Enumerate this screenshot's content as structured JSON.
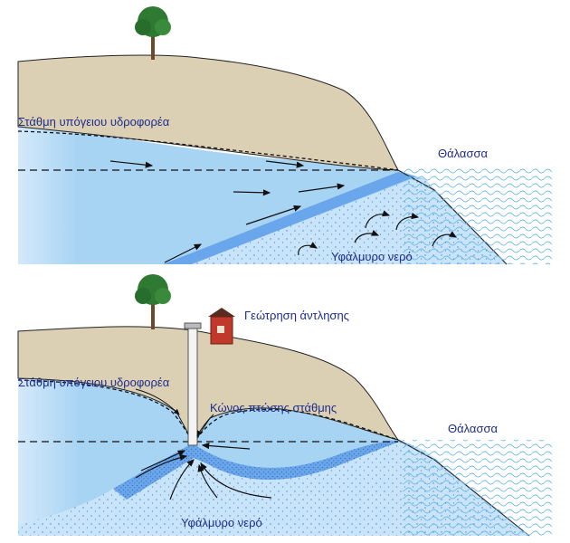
{
  "panels": [
    {
      "water_table_label": "Στάθμη υπόγειου υδροφορέα",
      "sea_label": "Θάλασσα",
      "saltwater_label": "Υφάλμυρο νερό"
    },
    {
      "water_table_label": "Στάθμη υπόγειου υδροφορέα",
      "pump_label": "Γεώτρηση άντλησης",
      "cone_label": "Κώνος πτώσης στάθμης",
      "sea_label": "Θάλασσα",
      "saltwater_label": "Υφάλμυρο νερό"
    }
  ],
  "colors": {
    "land": "#dcd0b4",
    "freshwater": "#a8d4f4",
    "freshwater_edge": "#cfe6f8",
    "saltwater": "#c8e4fa",
    "interface": "#6aa6ec",
    "sea_wave": "#6ab8e6",
    "tree": "#2f7a32",
    "trunk": "#6b4a2b",
    "pump_house": "#c0392b",
    "text": "#1f2d8c"
  }
}
